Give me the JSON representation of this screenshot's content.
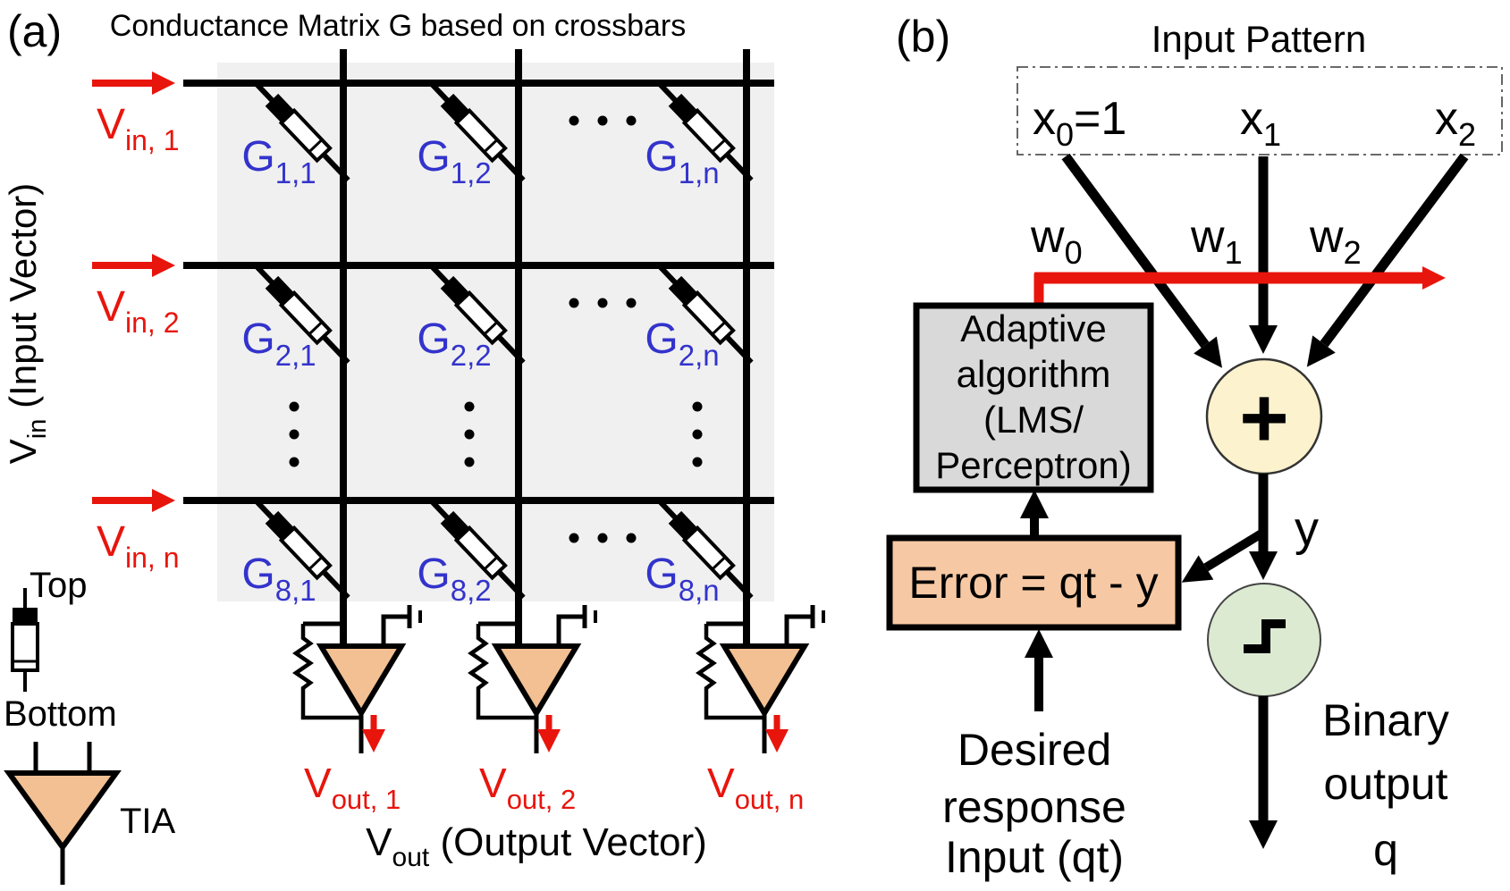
{
  "figure": {
    "type": "diagram",
    "description": "Memristor crossbar conductance matrix (a) and perceptron training loop (b)"
  },
  "colors": {
    "red_accent": "#e8150d",
    "blue_label": "#3333cc",
    "crossbar_bg": "#f0f0f0",
    "adaptive_box_bg": "#d9d9d9",
    "error_box_bg": "#f6c9a4",
    "tia_fill": "#f2c092",
    "sum_circle_fill": "#fcf2cd",
    "step_circle_fill": "#dcead2"
  },
  "panel_a": {
    "label": "(a)",
    "title": "Conductance Matrix G based on crossbars",
    "input_axis": {
      "base": "V",
      "sub": "in",
      "rest": " (Input Vector)"
    },
    "rows": [
      {
        "vin": {
          "base": "V",
          "sub": "in, 1"
        },
        "g": [
          {
            "base": "G",
            "sub": "1,1"
          },
          {
            "base": "G",
            "sub": "1,2"
          },
          {
            "base": "G",
            "sub": "1,n"
          }
        ]
      },
      {
        "vin": {
          "base": "V",
          "sub": "in, 2"
        },
        "g": [
          {
            "base": "G",
            "sub": "2,1"
          },
          {
            "base": "G",
            "sub": "2,2"
          },
          {
            "base": "G",
            "sub": "2,n"
          }
        ]
      },
      {
        "vin": {
          "base": "V",
          "sub": "in, n"
        },
        "g": [
          {
            "base": "G",
            "sub": "8,1"
          },
          {
            "base": "G",
            "sub": "8,2"
          },
          {
            "base": "G",
            "sub": "8,n"
          }
        ]
      }
    ],
    "vout": [
      {
        "base": "V",
        "sub": "out, 1"
      },
      {
        "base": "V",
        "sub": "out, 2"
      },
      {
        "base": "V",
        "sub": "out, n"
      }
    ],
    "output_axis": {
      "base": "V",
      "sub": "out",
      "rest": " (Output Vector)"
    },
    "legend": {
      "top": "Top",
      "bottom": "Bottom",
      "tia": "TIA"
    }
  },
  "panel_b": {
    "label": "(b)",
    "title": "Input Pattern",
    "inputs": [
      {
        "base": "x",
        "sub": "0",
        "rest": "=1"
      },
      {
        "base": "x",
        "sub": "1",
        "rest": ""
      },
      {
        "base": "x",
        "sub": "2",
        "rest": ""
      }
    ],
    "weights": [
      {
        "base": "w",
        "sub": "0"
      },
      {
        "base": "w",
        "sub": "1"
      },
      {
        "base": "w",
        "sub": "2"
      }
    ],
    "sum_symbol": "+",
    "y_label": "y",
    "adaptive_box": {
      "lines": [
        "Adaptive",
        "algorithm",
        "(LMS/",
        "Perceptron)"
      ]
    },
    "error_box": {
      "text": "Error = qt - y"
    },
    "desired_lines": [
      "Desired",
      "response",
      "Input (qt)"
    ],
    "binary_lines": [
      "Binary",
      "output",
      "q"
    ]
  }
}
